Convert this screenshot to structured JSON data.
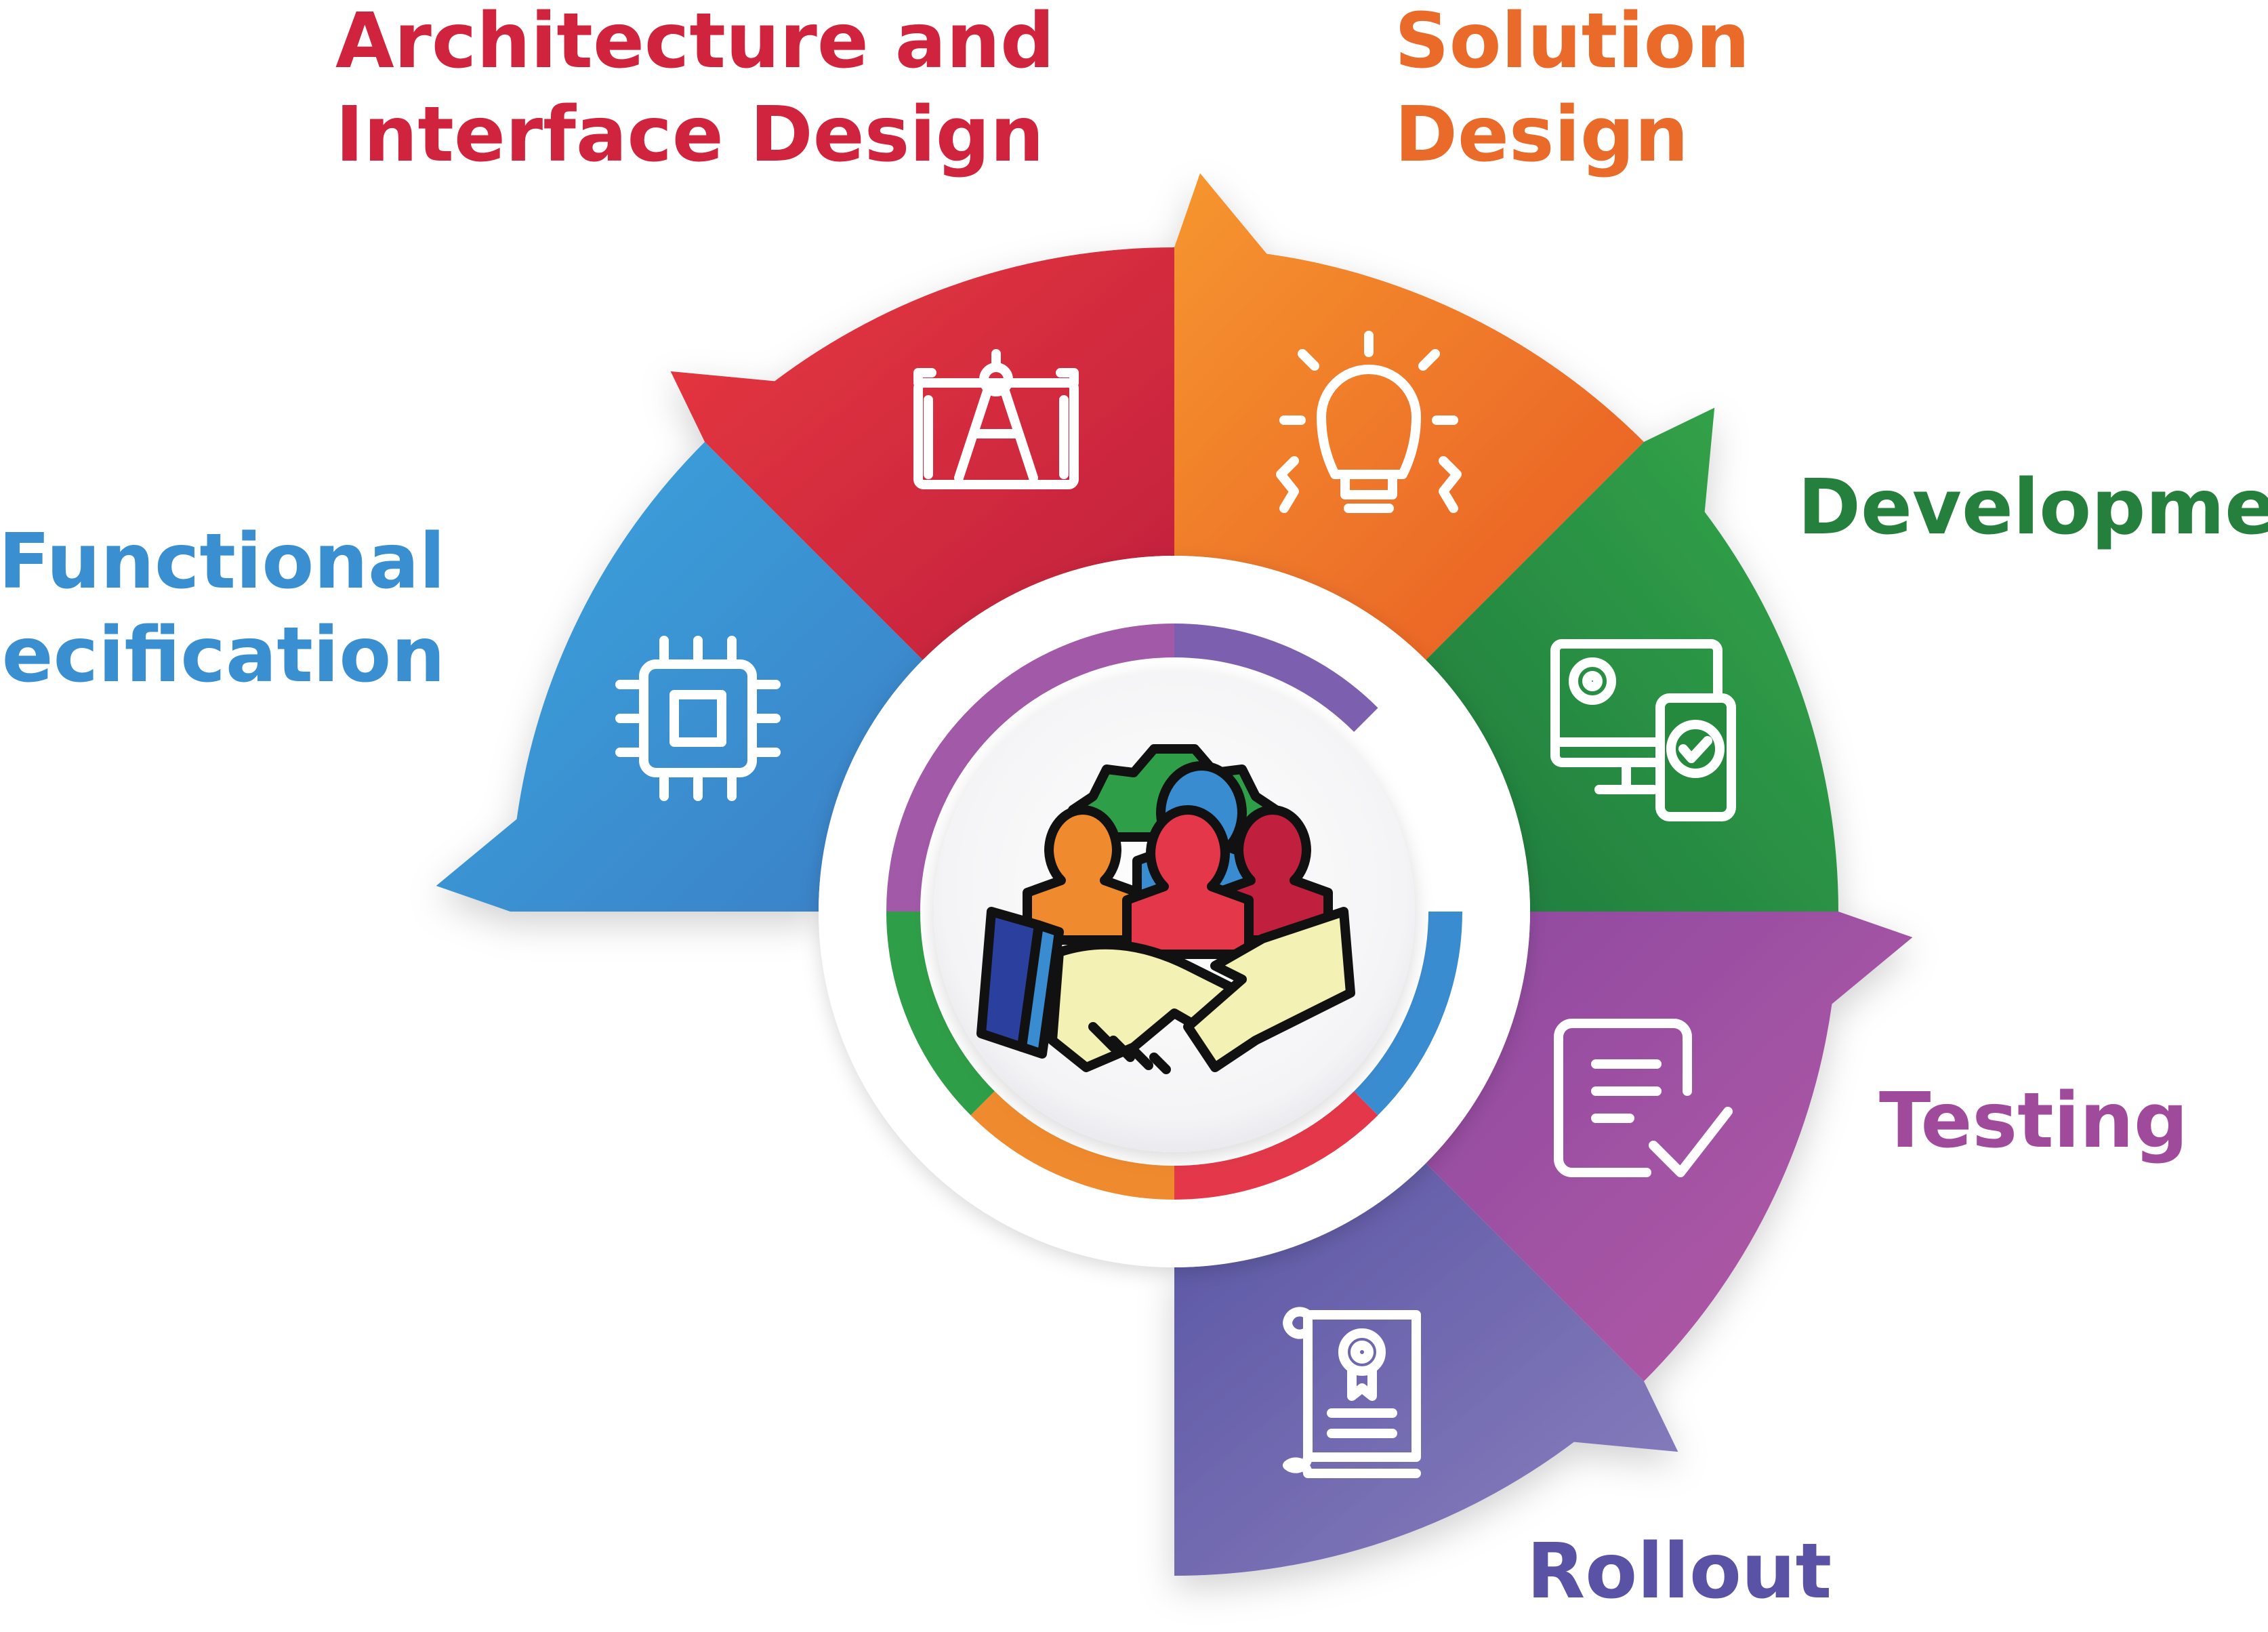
{
  "stages": [
    {
      "key": "functional",
      "label": "Functional\nSpecification",
      "color_a": "#3ba6de",
      "color_b": "#3a7fc6",
      "icon": "chip-icon"
    },
    {
      "key": "architecture",
      "label": "Architecture and\nInterface Design",
      "color_a": "#e8383f",
      "color_b": "#c0203e",
      "icon": "blueprint-compass-icon"
    },
    {
      "key": "solution",
      "label": "Solution\nDesign",
      "color_a": "#f6962f",
      "color_b": "#e85a25",
      "icon": "lightbulb-gear-icon"
    },
    {
      "key": "development",
      "label": "Development",
      "color_a": "#35a84a",
      "color_b": "#1f7a3e",
      "icon": "devices-gear-icon"
    },
    {
      "key": "testing",
      "label": "Testing",
      "color_a": "#8e4aa0",
      "color_b": "#b55aa6",
      "icon": "checklist-document-icon"
    },
    {
      "key": "rollout",
      "label": "Rollout",
      "color_a": "#5a55a4",
      "color_b": "#8a80be",
      "icon": "certificate-scroll-icon"
    }
  ],
  "label_colors": {
    "functional": "#3a8fd0",
    "architecture": "#d0243e",
    "solution": "#ea6a2a",
    "development": "#24803c",
    "testing": "#a04a9c",
    "rollout": "#5a52a4"
  },
  "center_icon": "team-handshake-icon",
  "inner_ring_colors": [
    "#7c5fae",
    "#a259a8",
    "#e4384a",
    "#f08a2e",
    "#2f9e48",
    "#3a8cd0"
  ]
}
